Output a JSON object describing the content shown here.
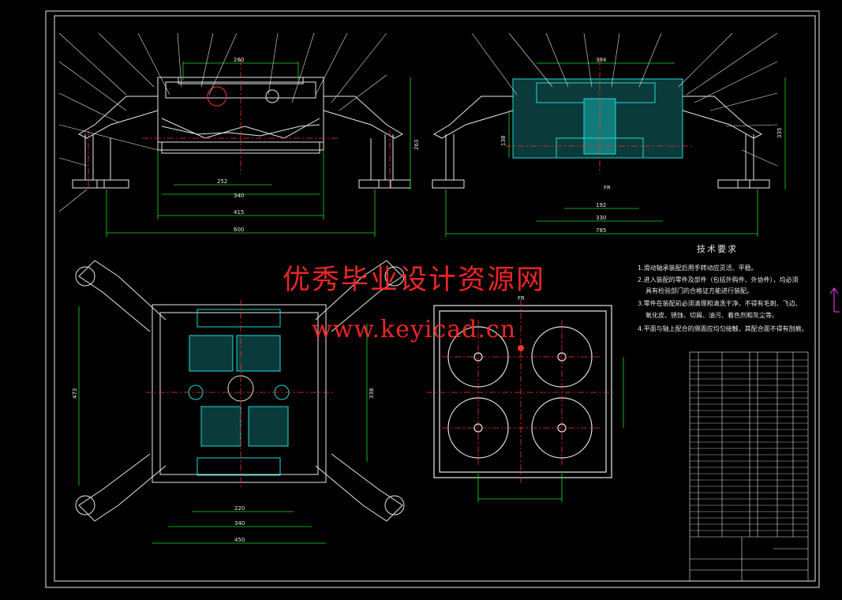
{
  "watermark": {
    "cn": "优秀毕业设计资源网",
    "url": "www.keyicad.cn"
  },
  "technical_requirements": {
    "title": "技术要求",
    "items": [
      "1.滑动轴承装配后用手转动应灵活、平稳。",
      "2.进入装配的零件及部件（包括外购件、外协件），均必须",
      "具有检验部门的合格证方能进行装配。",
      "3.零件在装配前必须清理和清洗干净，不得有毛刺、飞边、",
      "氧化皮、锈蚀、切屑、油污、着色剂和灰尘等。",
      "4.平面与轴上配合的侧面应均匀接触，其配合面不得有刮痕。"
    ]
  },
  "dimensions": {
    "front_280": "280",
    "front_252": "252",
    "front_340": "340",
    "front_415": "415",
    "front_600": "600",
    "front_h": "263",
    "side_394": "394",
    "side_192": "192",
    "side_330": "330",
    "side_785": "785",
    "side_h": "138",
    "side_h2": "335",
    "plan_220": "220",
    "plan_340": "340",
    "plan_450": "450",
    "plan_473": "473",
    "plan_338": "338",
    "fr_label": "FR"
  },
  "colors": {
    "background": "#000000",
    "lines": "#e8e8e8",
    "centerlines": "#ff3030",
    "dimension": "#22dd22",
    "section_fill": "#25d8d8",
    "watermark": "#ff2a2a"
  }
}
